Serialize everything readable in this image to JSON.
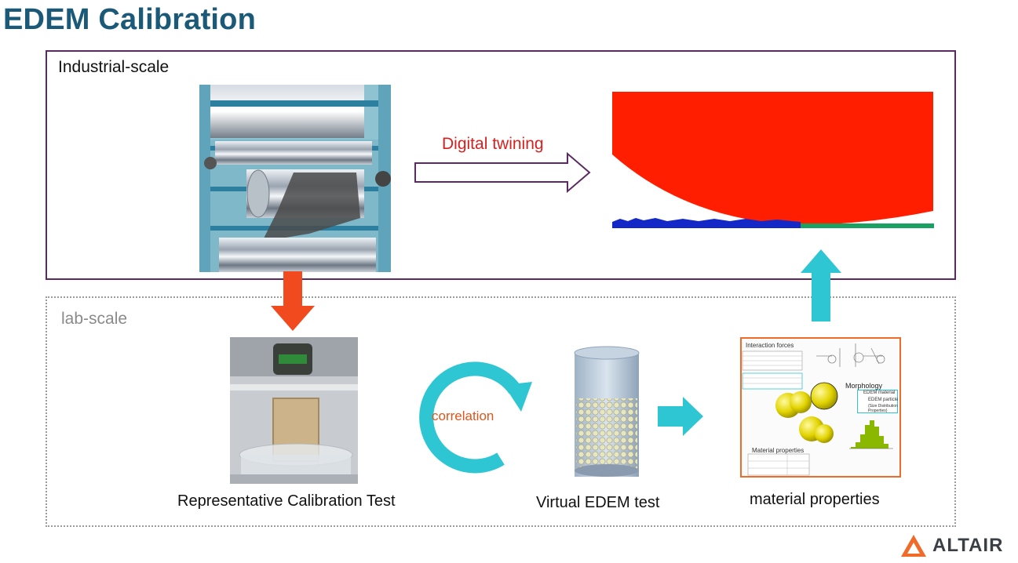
{
  "title": "EDEM Calibration",
  "industrial": {
    "label": "Industrial-scale"
  },
  "lab": {
    "label": "lab-scale"
  },
  "arrows": {
    "digital_twining": "Digital twining",
    "correlation": "correlation"
  },
  "captions": {
    "calibration": "Representative Calibration Test",
    "virtual": "Virtual EDEM test",
    "material": "material properties"
  },
  "panel": {
    "interaction_title": "Interaction forces",
    "morphology": "Morphology",
    "edem_material": "EDEM material",
    "edem_particle": "EDEM particle",
    "size_distribution": "(Size Distribution Properties)",
    "material_props_title": "Material properties"
  },
  "logo": {
    "text": "ALTAIR"
  },
  "colors": {
    "title": "#1a5a78",
    "industrial_border": "#5c2a62",
    "lab_border": "#9a9a9a",
    "twin_text": "#d9201f",
    "down_arrow": "#f04a1e",
    "cyan": "#2ec6d3",
    "logo_orange": "#f06a2a"
  }
}
